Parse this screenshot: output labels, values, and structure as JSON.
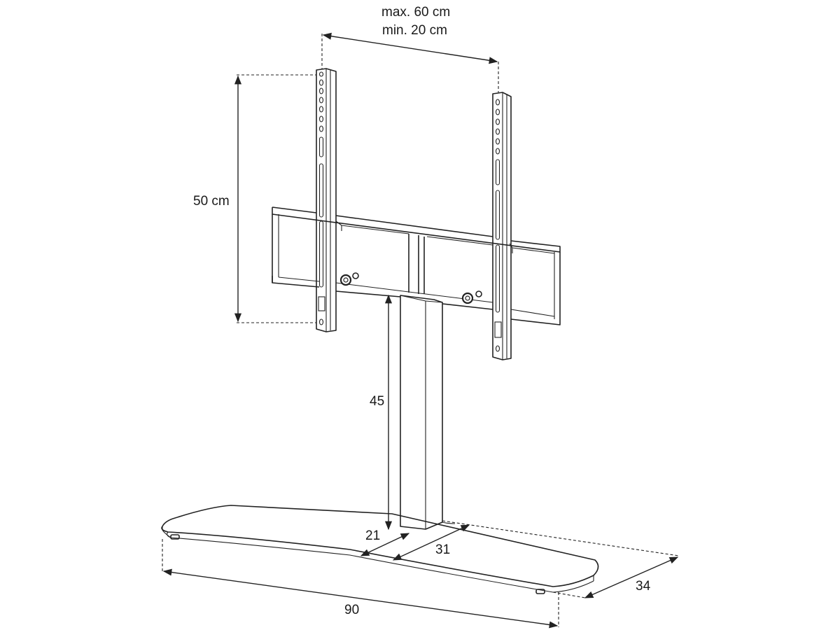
{
  "labels": {
    "width_max": "max. 60 cm",
    "width_min": "min. 20 cm",
    "height": "50 cm",
    "column_height": "45",
    "column_width": "21",
    "column_depth": "31",
    "base_depth": "34",
    "base_width": "90"
  }
}
